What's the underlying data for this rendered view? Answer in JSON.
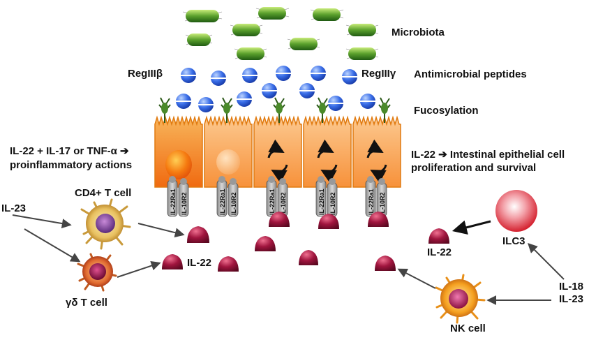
{
  "labels": {
    "microbiota": "Microbiota",
    "antimicrobial_peptides": "Antimicrobial peptides",
    "regiii_beta": "RegIIIβ",
    "regiii_gamma": "RegIIIγ",
    "fucosylation": "Fucosylation",
    "proinflam_line1": "IL-22 + IL-17 or TNF-α ➔",
    "proinflam_line2": "proinflammatory actions",
    "epithelial_line1": "IL-22 ➔ Intestinal epithelial cell",
    "epithelial_line2": "proliferation and survival",
    "cd4_t_cell": "CD4+ T cell",
    "gd_t_cell": "γδ T cell",
    "il23_left": "IL-23",
    "il22_center": "IL-22",
    "il22_right": "IL-22",
    "ilc3": "ILC3",
    "nk_cell": "NK cell",
    "il18": "IL-18",
    "il23_right": "IL-23"
  },
  "receptors": {
    "r1": "IL-22Ra1",
    "r2": "IL-10R2"
  },
  "colors": {
    "bacteria": "#5aa02c",
    "peptide": "#2a5bd7",
    "cell_fill": "#f7a13c",
    "cell_outline": "#e07a10",
    "il22_drop": "#a0153e",
    "arrow": "#444444",
    "ilc3": "#e0303a"
  }
}
